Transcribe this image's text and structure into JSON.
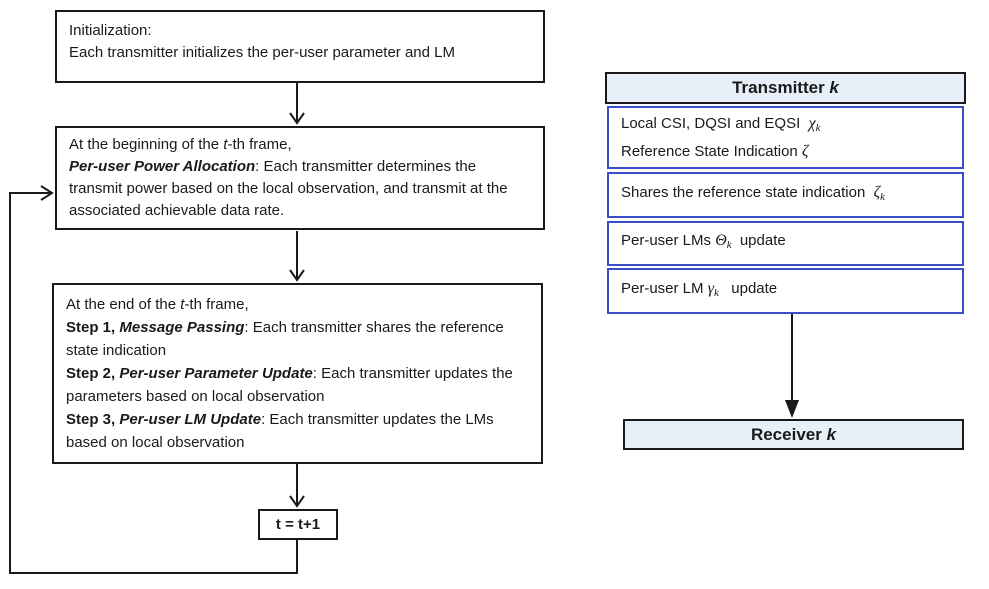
{
  "colors": {
    "accent_blue": "#3a4ec9",
    "light_blue": "#e7f0f8",
    "line_color": "#1a1a1a"
  },
  "flowchart": {
    "box_init": [
      [
        {
          "t": "Initialization:"
        }
      ],
      [
        {
          "t": "Each transmitter initializes the per-user parameter and LM"
        }
      ]
    ],
    "box_power": [
      [
        {
          "t": "At the beginning of the "
        },
        {
          "t": "t",
          "s": "i"
        },
        {
          "t": "-th frame,"
        }
      ],
      [
        {
          "t": "Per-user Power Allocation",
          "s": "bi"
        },
        {
          "t": ": Each transmitter determines the transmit power based on the local observation, and transmit at the associated achievable data rate."
        }
      ]
    ],
    "box_frame_end": [
      [
        {
          "t": "At the end of the "
        },
        {
          "t": "t",
          "s": "i"
        },
        {
          "t": "-th frame,"
        }
      ],
      [
        {
          "t": "Step 1, ",
          "s": "b"
        },
        {
          "t": "Message Passing",
          "s": "bi"
        },
        {
          "t": ": Each transmitter shares the reference state indication"
        }
      ],
      [
        {
          "t": "Step 2, ",
          "s": "b"
        },
        {
          "t": "Per-user Parameter Update",
          "s": "bi"
        },
        {
          "t": ": Each transmitter updates the parameters based on local observation"
        }
      ],
      [
        {
          "t": "Step 3, ",
          "s": "b"
        },
        {
          "t": "Per-user LM Update",
          "s": "bi"
        },
        {
          "t": ": Each transmitter updates the LMs based on local observation"
        }
      ]
    ],
    "box_increment": [
      [
        {
          "t": "t = t+1"
        }
      ]
    ]
  },
  "transmitter_panel": {
    "header": [
      [
        {
          "t": "Transmitter ",
          "s": "b"
        },
        {
          "t": "k",
          "s": "bi"
        }
      ]
    ],
    "row_observation": [
      [
        {
          "t": "Local CSI, DQSI and EQSI  "
        },
        {
          "t": "χ",
          "s": "m"
        },
        {
          "t": "k",
          "s": "m sub"
        }
      ],
      [
        {
          "t": "Reference State Indication "
        },
        {
          "t": "ζ",
          "s": "m"
        }
      ]
    ],
    "row_share": [
      [
        {
          "t": "Shares the reference state indication  "
        },
        {
          "t": "ζ",
          "s": "m"
        },
        {
          "t": "k",
          "s": "m sub"
        }
      ]
    ],
    "row_lms_update": [
      [
        {
          "t": "Per-user LMs "
        },
        {
          "t": "Θ",
          "s": "m"
        },
        {
          "t": "k",
          "s": "m sub"
        },
        {
          "t": "  update"
        }
      ]
    ],
    "row_lm_update": [
      [
        {
          "t": "Per-user LM "
        },
        {
          "t": "γ",
          "s": "m"
        },
        {
          "t": "k",
          "s": "m sub"
        },
        {
          "t": "   update"
        }
      ]
    ]
  },
  "receiver": {
    "label": [
      [
        {
          "t": "Receiver ",
          "s": "b"
        },
        {
          "t": "k",
          "s": "bi"
        }
      ]
    ]
  }
}
